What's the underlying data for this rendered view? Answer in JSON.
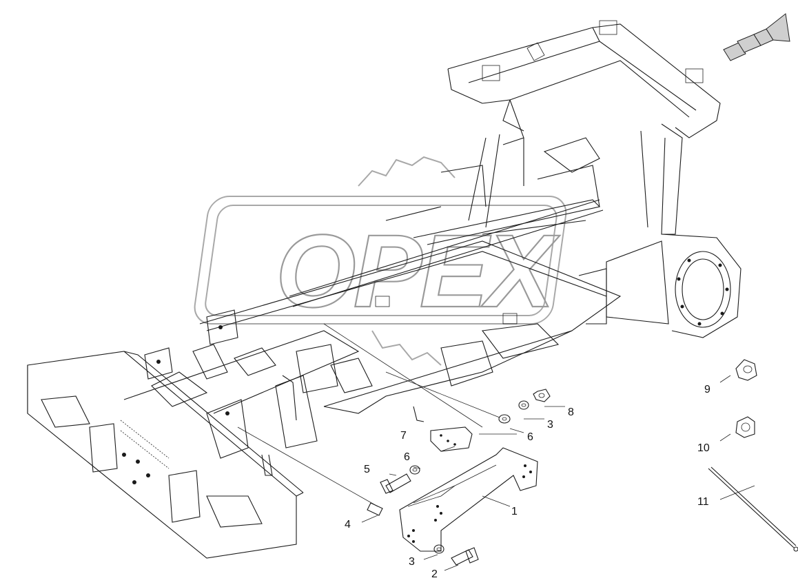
{
  "diagram": {
    "watermark": "OPEX",
    "callouts": [
      {
        "id": "c1",
        "label": "1"
      },
      {
        "id": "c2",
        "label": "2"
      },
      {
        "id": "c3a",
        "label": "3"
      },
      {
        "id": "c3b",
        "label": "3"
      },
      {
        "id": "c4",
        "label": "4"
      },
      {
        "id": "c5",
        "label": "5"
      },
      {
        "id": "c6a",
        "label": "6"
      },
      {
        "id": "c6b",
        "label": "6"
      },
      {
        "id": "c7",
        "label": "7"
      },
      {
        "id": "c8",
        "label": "8"
      },
      {
        "id": "c9",
        "label": "9"
      },
      {
        "id": "c10",
        "label": "10"
      },
      {
        "id": "c11",
        "label": "11"
      }
    ],
    "direction_arrow": "front-direction-arrow"
  }
}
